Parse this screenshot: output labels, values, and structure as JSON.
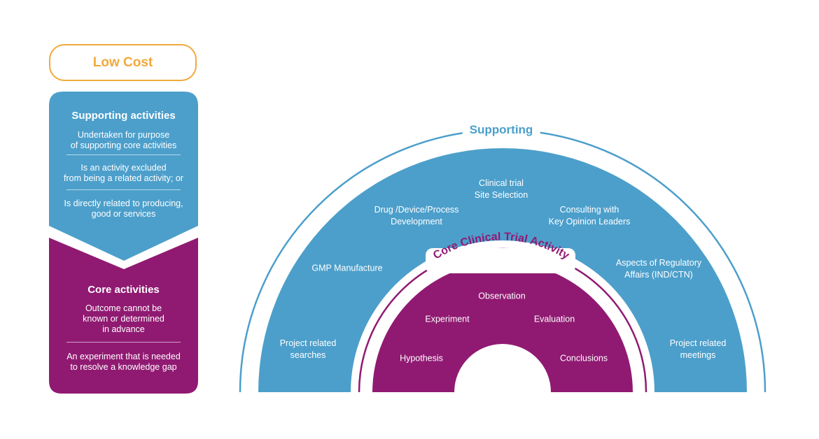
{
  "colors": {
    "supporting_blue": "#4c9fcb",
    "core_purple": "#901a72",
    "low_cost_orange": "#f2a93b",
    "white": "#ffffff"
  },
  "left_panel": {
    "low_cost_label": "Low Cost",
    "supporting": {
      "title": "Supporting activities",
      "items": [
        [
          "Undertaken for purpose",
          "of supporting core activities"
        ],
        [
          "Is an activity excluded",
          "from being a related activity; or"
        ],
        [
          "Is directly related to producing,",
          "good or services"
        ]
      ]
    },
    "core": {
      "title": "Core activities",
      "items": [
        [
          "Outcome cannot be",
          "known or determined",
          "in advance"
        ],
        [
          "An experiment that is needed",
          "to resolve a knowledge gap"
        ]
      ]
    }
  },
  "diagram": {
    "outer_title": "Supporting",
    "inner_title": "Core Clinical Trial Activity",
    "supporting_items": [
      [
        "Project related",
        "searches"
      ],
      [
        "GMP Manufacture"
      ],
      [
        "Drug /Device/Process",
        "Development"
      ],
      [
        "Clinical trial",
        "Site Selection"
      ],
      [
        "Consulting with",
        "Key Opinion Leaders"
      ],
      [
        "Aspects of Regulatory",
        "Affairs (IND/CTN)"
      ],
      [
        "Project related",
        "meetings"
      ]
    ],
    "core_items": [
      "Hypothesis",
      "Experiment",
      "Observation",
      "Evaluation",
      "Conclusions"
    ]
  }
}
